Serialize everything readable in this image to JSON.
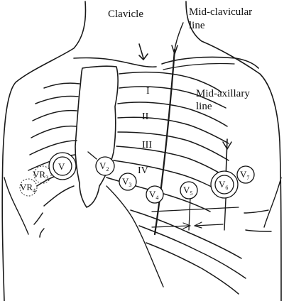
{
  "labels": {
    "clavicle": "Clavicle",
    "mid_clavicular": [
      "Mid-clavicular",
      "line"
    ],
    "mid_axillary": [
      "Mid-axillary",
      "line"
    ]
  },
  "intercostal_spaces": [
    "I",
    "II",
    "III",
    "IV"
  ],
  "electrodes": [
    {
      "main": "V",
      "sub": "",
      "name": "v1"
    },
    {
      "main": "V",
      "sub": "2",
      "name": "v2"
    },
    {
      "main": "V",
      "sub": "3",
      "name": "v3"
    },
    {
      "main": "V",
      "sub": "4",
      "name": "v4"
    },
    {
      "main": "V",
      "sub": "5",
      "name": "v5"
    },
    {
      "main": "V",
      "sub": "6",
      "name": "v6"
    },
    {
      "main": "V",
      "sub": "7",
      "name": "v7"
    }
  ],
  "right_leads": [
    {
      "main": "V",
      "mid": "R",
      "sub": "3",
      "name": "v3r"
    },
    {
      "main": "V",
      "mid": "R",
      "sub": "4",
      "name": "v4r"
    }
  ]
}
